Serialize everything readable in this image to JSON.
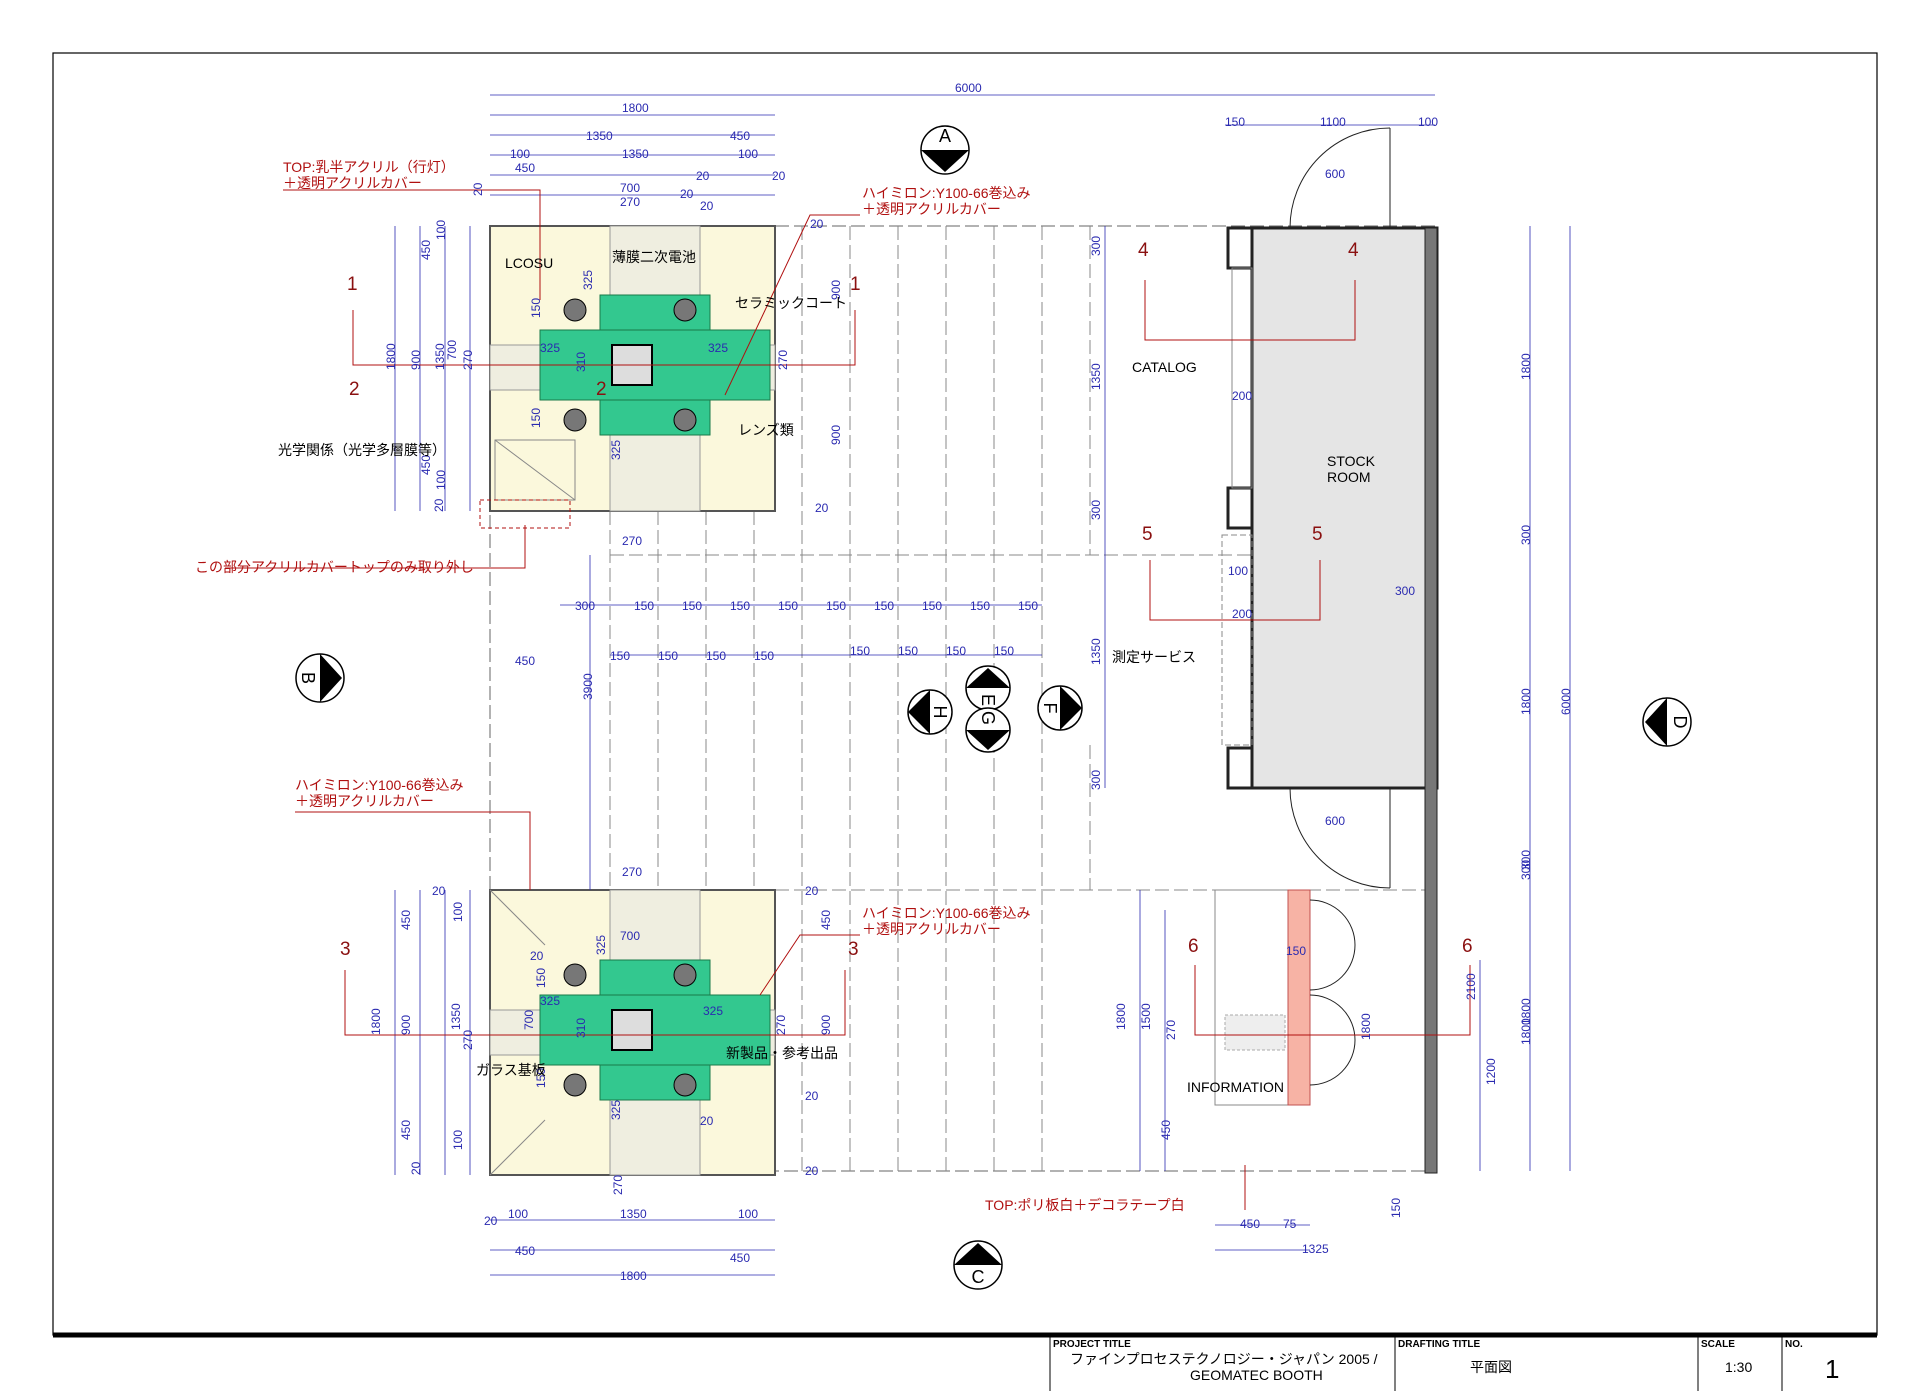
{
  "title_block": {
    "project_title_label": "PROJECT TITLE",
    "project_title_line1": "ファインプロセステクノロジー・ジャパン 2005 /",
    "project_title_line2": "GEOMATEC BOOTH",
    "drafting_title_label": "DRAFTING TITLE",
    "drafting_title": "平面図",
    "scale_label": "SCALE",
    "scale": "1:30",
    "no_label": "NO.",
    "no": "1"
  },
  "section_markers": {
    "a": "A",
    "b": "B",
    "c": "C",
    "d": "D",
    "e": "E",
    "f": "F",
    "g": "G",
    "h": "H"
  },
  "view_markers": {
    "m1_left": "1",
    "m1_right": "1",
    "m2_left": "2",
    "m2_right": "2",
    "m3_left": "3",
    "m3_right": "3",
    "m4_left": "4",
    "m4_right": "4",
    "m5_left": "5",
    "m5_right": "5",
    "m6_left": "6",
    "m6_right": "6"
  },
  "room_labels": {
    "lcosu": "LCOSU",
    "battery": "薄膜二次電池",
    "ceramic": "セラミックコート",
    "lens": "レンズ類",
    "optical": "光学関係（光学多層膜等）",
    "catalog": "CATALOG",
    "stock_room_1": "STOCK",
    "stock_room_2": "ROOM",
    "measurement": "測定サービス",
    "glass": "ガラス基板",
    "new_products": "新製品・参考出品",
    "information": "INFORMATION"
  },
  "notes": {
    "top_acrylic_1": "TOP:乳半アクリル（行灯）",
    "top_acrylic_2": "＋透明アクリルカバー",
    "hymilon_tr_1": "ハイミロン:Y100-66巻込み",
    "hymilon_tr_2": "＋透明アクリルカバー",
    "cover_remove": "この部分アクリルカバートップのみ取り外し",
    "hymilon_ml_1": "ハイミロン:Y100-66巻込み",
    "hymilon_ml_2": "＋透明アクリルカバー",
    "hymilon_br_1": "ハイミロン:Y100-66巻込み",
    "hymilon_br_2": "＋透明アクリルカバー",
    "top_poly": "TOP:ポリ板白＋デコラテープ白"
  },
  "dimensions": {
    "total_w": "6000",
    "total_h": "6000",
    "d1800_top": "1800",
    "d1350_top": "1350",
    "d450_top": "450",
    "d100_a": "100",
    "d1350_b": "1350",
    "d100_b": "100",
    "d450_c": "450",
    "d20_a": "20",
    "d20_b": "20",
    "d700_a": "700",
    "d270_a": "270",
    "d20_c": "20",
    "d20_d": "20",
    "d150_r": "150",
    "d1100_r": "1100",
    "d100_r": "100",
    "d600_r": "600",
    "d20_l1": "20",
    "d450_l1": "450",
    "d100_l1": "100",
    "d1800_l1": "1800",
    "d900_l1": "900",
    "d1350_l1": "1350",
    "d700_l1": "700",
    "d270_l1": "270",
    "d450_l2": "450",
    "d100_l2": "100",
    "d20_l2": "20",
    "d325_a": "325",
    "d150_a": "150",
    "d325_b": "325",
    "d310_a": "310",
    "d325_c": "325",
    "d150_b": "150",
    "d325_d": "325",
    "d270_b": "270",
    "d900_c": "900",
    "d900_d": "900",
    "d20_e": "20",
    "d20_f": "20",
    "d270_c": "270",
    "r300_a": "300",
    "r1350_a": "1350",
    "r300_b": "300",
    "r1350_b": "1350",
    "r300_c": "300",
    "r1800_a": "1800",
    "r300_d": "300",
    "r1800_b": "1800",
    "r300_e": "300",
    "r1800_c": "1800",
    "s200_a": "200",
    "s100_a": "100",
    "s200_b": "200",
    "s300_a": "300",
    "r600_b": "600",
    "g300": "300",
    "g150_1": "150",
    "g150_2": "150",
    "g150_3": "150",
    "g150_4": "150",
    "g150_5": "150",
    "g150_6": "150",
    "g150_7": "150",
    "g150_8": "150",
    "g150_9": "150",
    "h150_1": "150",
    "h150_2": "150",
    "h150_3": "150",
    "h150_4": "150",
    "h150_5": "150",
    "h150_6": "150",
    "h150_7": "150",
    "h150_8": "150",
    "d450_mid": "450",
    "d3900": "3900",
    "b270_t": "270",
    "b20_a": "20",
    "b20_b": "20",
    "b450_a": "450",
    "b100_a": "100",
    "b1800_l": "1800",
    "b900_l": "900",
    "b1350_l": "1350",
    "b700_l": "700",
    "b270_l": "270",
    "b450_l": "450",
    "b100_l": "100",
    "b20_l": "20",
    "b700_t": "700",
    "b325_a": "325",
    "b150_a": "150",
    "b20_c": "20",
    "b325_b": "325",
    "b310": "310",
    "b325_c": "325",
    "b150_b": "150",
    "b325_d": "325",
    "b270_r": "270",
    "b900_r": "900",
    "b450_r": "450",
    "b20_d": "20",
    "b20_e": "20",
    "b20_f": "20",
    "b270_bot": "270",
    "b20_g": "20",
    "b100_c": "100",
    "b1350_bot": "1350",
    "b100_d": "100",
    "b450_bot": "450",
    "b1800_bot": "1800",
    "b450_bot2": "450",
    "i150": "150",
    "i1800": "1800",
    "i2100": "2100",
    "i1200": "1200",
    "i1800_l": "1800",
    "i1500": "1500",
    "i270": "270",
    "i450": "450",
    "i1800_r": "1800",
    "i450_b": "450",
    "i75": "75",
    "i1325": "1325",
    "i150_b": "150",
    "r300_f": "300"
  }
}
